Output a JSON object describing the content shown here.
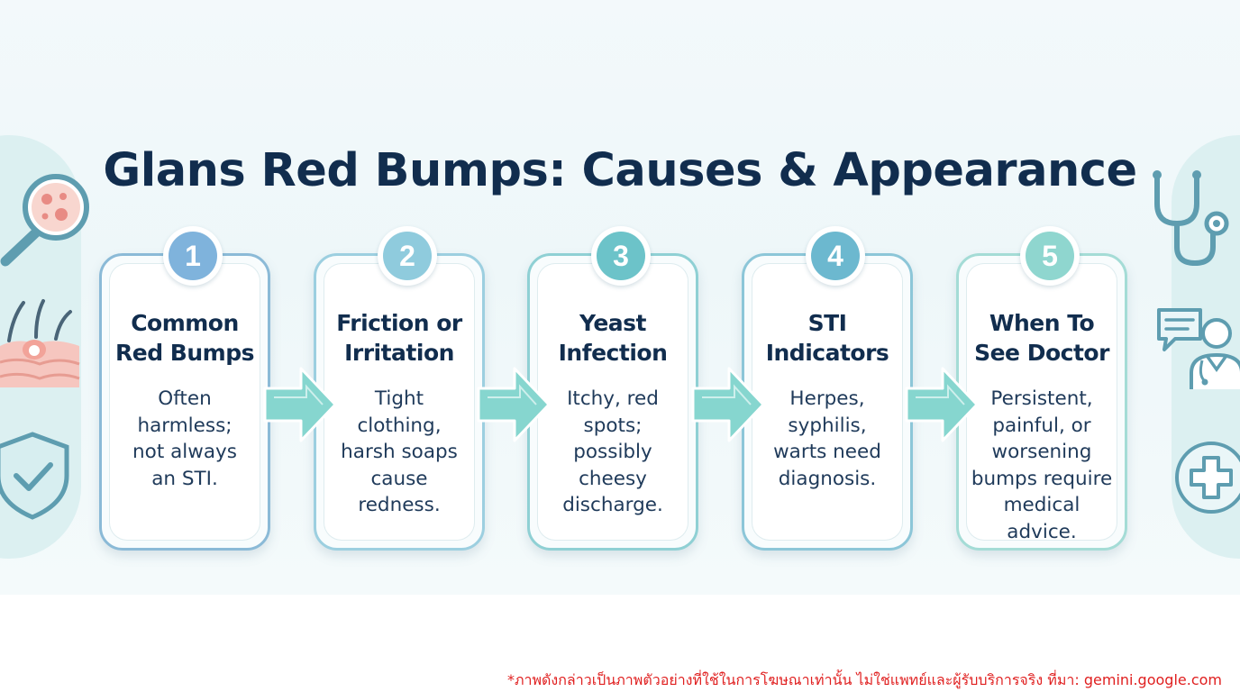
{
  "title": "Glans Red Bumps: Causes & Appearance",
  "steps": [
    {
      "number": "1",
      "title_lines": [
        "Common",
        "Red Bumps"
      ],
      "desc_lines": [
        "Often",
        "harmless;",
        "not always",
        "an STI."
      ],
      "color": "#7fb3dc"
    },
    {
      "number": "2",
      "title_lines": [
        "Friction or",
        "Irritation"
      ],
      "desc_lines": [
        "Tight",
        "clothing,",
        "harsh soaps",
        "cause",
        "redness."
      ],
      "color": "#8fcbdd"
    },
    {
      "number": "3",
      "title_lines": [
        "Yeast",
        "Infection"
      ],
      "desc_lines": [
        "Itchy, red",
        "spots;",
        "possibly",
        "cheesy",
        "discharge."
      ],
      "color": "#6cc3c9"
    },
    {
      "number": "4",
      "title_lines": [
        "STI",
        "Indicators"
      ],
      "desc_lines": [
        "Herpes,",
        "syphilis,",
        "warts need",
        "diagnosis."
      ],
      "color": "#6cb8cf"
    },
    {
      "number": "5",
      "title_lines": [
        "When To",
        "See Doctor"
      ],
      "desc_lines": [
        "Persistent,",
        "painful, or",
        "worsening",
        "bumps require",
        "medical",
        "advice."
      ],
      "color": "#8fd6cf"
    }
  ],
  "colors": {
    "title": "#112d4e",
    "card_border": "#a9cfe0",
    "arrow": "#86d6cf",
    "footer": "#e02020"
  },
  "icons": {
    "left": [
      "magnifier-skin-icon",
      "hair-follicle-skin-icon",
      "shield-check-icon"
    ],
    "right": [
      "stethoscope-icon",
      "chat-bubble-icon",
      "doctor-icon",
      "medical-cross-icon"
    ],
    "between_cards": "arrow-right-icon"
  },
  "footer": "*ภาพดังกล่าวเป็นภาพตัวอย่างที่ใช้ในการโฆษณาเท่านั้น ไม่ใช่แพทย์และผู้รับบริการจริง ที่มา: gemini.google.com"
}
